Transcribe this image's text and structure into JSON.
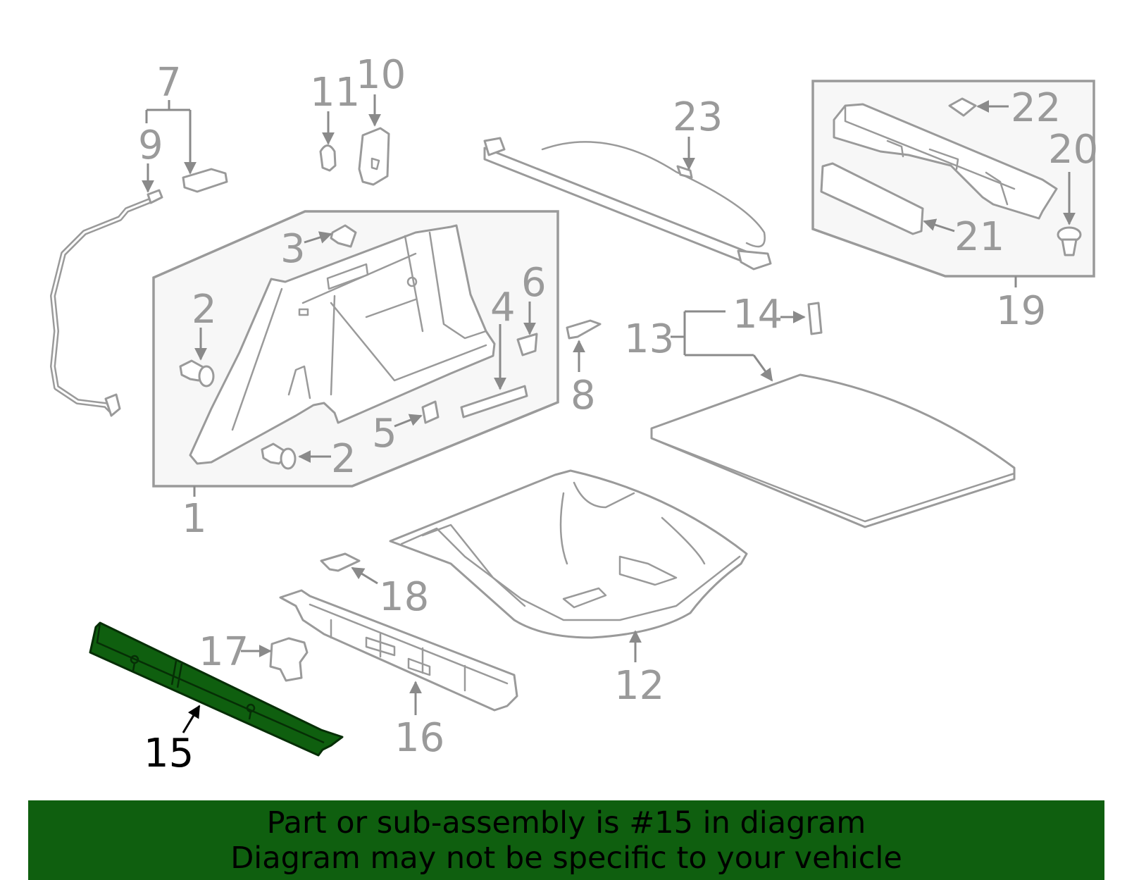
{
  "diagram": {
    "callouts": {
      "c1": "1",
      "c2a": "2",
      "c2b": "2",
      "c3": "3",
      "c4": "4",
      "c5": "5",
      "c6": "6",
      "c7": "7",
      "c8": "8",
      "c9": "9",
      "c10": "10",
      "c11": "11",
      "c12": "12",
      "c13": "13",
      "c14": "14",
      "c15": "15",
      "c16": "16",
      "c17": "17",
      "c18": "18",
      "c19": "19",
      "c20": "20",
      "c21": "21",
      "c22": "22",
      "c23": "23"
    },
    "highlighted_part": "15",
    "colors": {
      "highlight": "#0f5f0f",
      "line_art": "#9a9a9a",
      "banner": "#0f5f0f"
    }
  },
  "banner": {
    "line1": "Part or sub-assembly is #15 in diagram",
    "line2": "Diagram may not be specific to your vehicle"
  }
}
